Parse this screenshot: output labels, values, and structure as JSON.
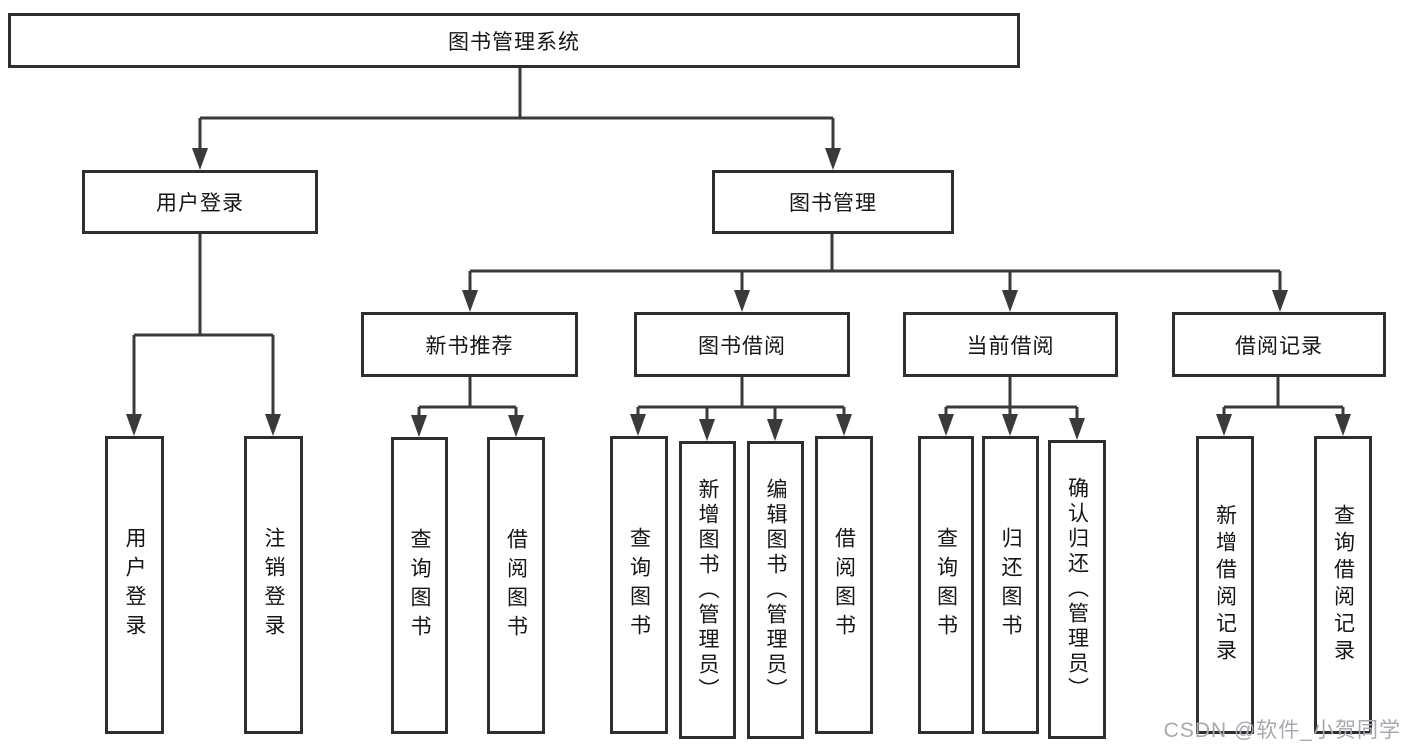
{
  "title": "图书管理系统",
  "colors": {
    "line": "#3a3a3a",
    "box_border": "#2e2e2e",
    "text": "#161616",
    "background": "#ffffff",
    "watermark": "#a8a8b0"
  },
  "watermark": "CSDN @软件_小贺同学",
  "diagram": {
    "root": {
      "label": "图书管理系统",
      "children": [
        {
          "label": "用户登录",
          "children": [
            {
              "label": "用户登录"
            },
            {
              "label": "注销登录"
            }
          ]
        },
        {
          "label": "图书管理",
          "children": [
            {
              "label": "新书推荐",
              "children": [
                {
                  "label": "查询图书"
                },
                {
                  "label": "借阅图书"
                }
              ]
            },
            {
              "label": "图书借阅",
              "children": [
                {
                  "label": "查询图书"
                },
                {
                  "label": "新增图书（管理员）"
                },
                {
                  "label": "编辑图书（管理员）"
                },
                {
                  "label": "借阅图书"
                }
              ]
            },
            {
              "label": "当前借阅",
              "children": [
                {
                  "label": "查询图书"
                },
                {
                  "label": "归还图书"
                },
                {
                  "label": "确认归还（管理员）"
                }
              ]
            },
            {
              "label": "借阅记录",
              "children": [
                {
                  "label": "新增借阅记录"
                },
                {
                  "label": "查询借阅记录"
                }
              ]
            }
          ]
        }
      ]
    }
  }
}
